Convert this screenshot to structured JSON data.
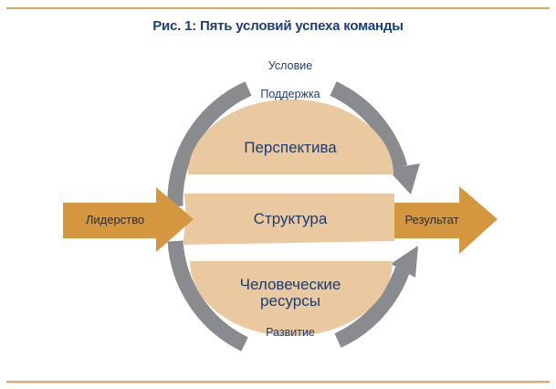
{
  "figure": {
    "title": "Рис. 1: Пять условий успеха команды",
    "colors": {
      "title": "#1b3f7a",
      "label_blue": "#1f3f72",
      "rule": "#d5a85f",
      "orange_arrow": "#d4973f",
      "beige": "#eac9a0",
      "grey_arrow": "#8a8b8e"
    }
  },
  "top": {
    "condition_label": "Условие",
    "support_label": "Поддержка"
  },
  "center": {
    "perspective": "Перспектива",
    "structure": "Структура",
    "human_resources_line1": "Человеческие",
    "human_resources_line2": "ресурсы"
  },
  "bottom": {
    "development_label": "Развитие"
  },
  "arrows": {
    "input": "Лидерство",
    "output": "Результат"
  }
}
